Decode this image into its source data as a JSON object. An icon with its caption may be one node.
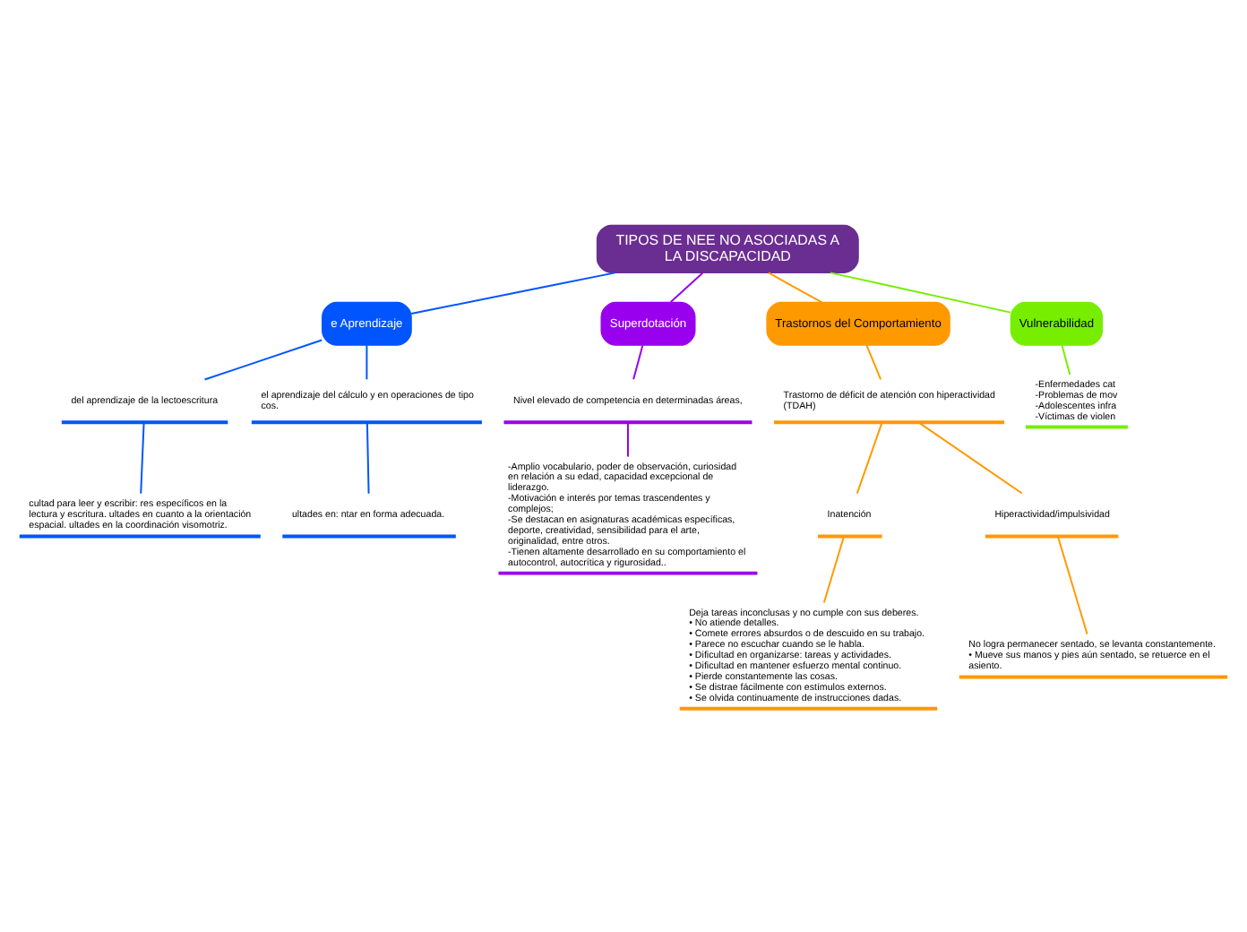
{
  "diagram": {
    "nodes": [
      {
        "text": [
          "TIPOS DE NEE NO ASOCIADAS A LA DISCAPACIDAD"
        ]
      },
      {
        "text": [
          "e Aprendizaje"
        ]
      },
      {
        "text": [
          "del aprendizaje de la lectoescritura"
        ]
      },
      {
        "text": [
          "cultad para leer y escribir: res específicos en la lectura y escritura. ultades en cuanto a la orientación espacial. ultades en la coordinación visomotriz."
        ]
      },
      {
        "text": [
          "el aprendizaje del cálculo y en operaciones de tipo cos."
        ]
      },
      {
        "text": [
          "ultades en: ntar en forma adecuada."
        ]
      },
      {
        "text": [
          "Superdotación"
        ]
      },
      {
        "text": [
          "Nivel elevado de competencia en determinadas áreas,"
        ]
      },
      {
        "text": [
          "-Amplio vocabulario, poder de observación, curiosidad en relación a su edad, capacidad excepcional de liderazgo. -Motivación e interés por temas trascendentes y complejos; -Se destacan en asignaturas académicas específicas, deporte, creatividad, sensibilidad para el arte, originalidad, entre otros. -Tienen altamente desarrollado en su comportamiento el autocontrol, autocrítica y rigurosidad.."
        ]
      },
      {
        "text": [
          "Trastornos del Comportamiento"
        ]
      },
      {
        "text": [
          "Trastorno de déficit de atención con hiperactividad (TDAH)"
        ]
      },
      {
        "text": [
          "Inatención"
        ]
      },
      {
        "text": [
          "Deja tareas inconclusas y no cumple con sus deberes. • No atiende detalles. • Comete errores absurdos o de descuido en su trabajo. • Parece no escuchar cuando se le habla. • Dificultad en organizarse: tareas y actividades. • Dificultad en mantener esfuerzo mental continuo. • Pierde constantemente las cosas. • Se distrae fácilmente con estímulos externos. • Se olvida continuamente de instrucciones dadas."
        ]
      },
      {
        "text": [
          "Hiperactividad/impulsividad"
        ]
      },
      {
        "text": [
          "No logra permanecer sentado, se levanta constantemente. • Mueve sus manos y pies aún sentado, se retuerce en el asiento."
        ]
      },
      {
        "text": [
          "Vulnerabilidad"
        ]
      },
      {
        "text": [
          "-Enfermedades cat -Problemas de mov -Adolescentes infra -Víctimas de violen"
        ]
      }
    ],
    "edges": [
      {
        "from": 0,
        "to": 1,
        "arrow": "none",
        "color": "#0055ff"
      },
      {
        "from": 1,
        "to": 2,
        "arrow": "none",
        "color": "#0055ff"
      },
      {
        "from": 2,
        "to": 3,
        "arrow": "none",
        "color": "#0055ff"
      },
      {
        "from": 1,
        "to": 4,
        "arrow": "none",
        "color": "#0055ff"
      },
      {
        "from": 4,
        "to": 5,
        "arrow": "none",
        "color": "#0055ff"
      },
      {
        "from": 0,
        "to": 6,
        "arrow": "none",
        "color": "#9900ee"
      },
      {
        "from": 6,
        "to": 7,
        "arrow": "none",
        "color": "#9900ee"
      },
      {
        "from": 7,
        "to": 8,
        "arrow": "none",
        "color": "#9900ee"
      },
      {
        "from": 0,
        "to": 9,
        "arrow": "none",
        "color": "#ff9900"
      },
      {
        "from": 9,
        "to": 10,
        "arrow": "none",
        "color": "#ff9900"
      },
      {
        "from": 10,
        "to": 11,
        "arrow": "none",
        "color": "#ff9900"
      },
      {
        "from": 11,
        "to": 12,
        "arrow": "none",
        "color": "#ff9900"
      },
      {
        "from": 10,
        "to": 13,
        "arrow": "none",
        "color": "#ff9900"
      },
      {
        "from": 13,
        "to": 14,
        "arrow": "none",
        "color": "#ff9900"
      },
      {
        "from": 0,
        "to": 15,
        "arrow": "none",
        "color": "#77ee00"
      },
      {
        "from": 15,
        "to": 16,
        "arrow": "none",
        "color": "#77ee00"
      }
    ]
  }
}
